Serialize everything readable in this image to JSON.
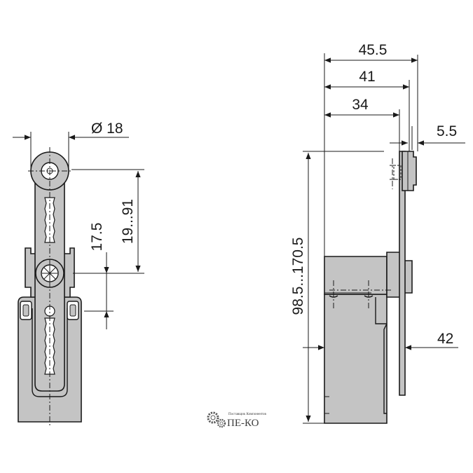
{
  "dimensions": {
    "roller_diameter": "Ø 18",
    "pivot_to_mount": "17.5",
    "lever_range": "19...91",
    "width_total": "45.5",
    "width_mid": "41",
    "width_body": "34",
    "roller_thickness": "5.5",
    "lever_position": "42",
    "height_range": "98.5...170.5"
  },
  "logo": {
    "tagline": "Поставщик Компонентов",
    "name": "ПЕ-КО"
  },
  "colors": {
    "body": "#c4c4c4",
    "line": "#1a1a1a"
  }
}
